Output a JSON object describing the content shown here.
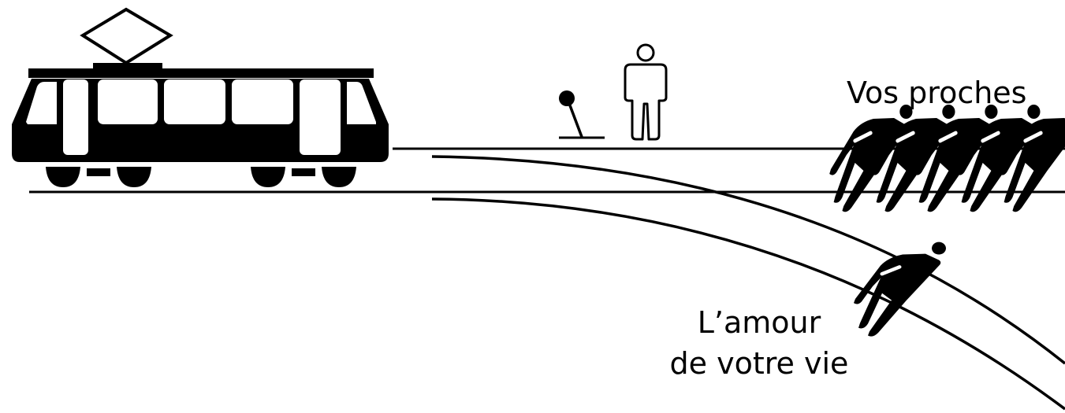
{
  "labels": {
    "group_on_main_track": "Vos proches",
    "person_on_branch_line1": "L’amour",
    "person_on_branch_line2": "de votre vie"
  },
  "figures": {
    "people_on_main_track": 5,
    "people_on_branch_track": 1,
    "bystanders_at_lever": 1
  },
  "colors": {
    "ink": "#000000",
    "background": "#ffffff"
  },
  "icons": {
    "vehicle": "tram-icon",
    "switch": "lever-icon",
    "bystander": "standing-person-icon",
    "victim": "lying-person-icon"
  }
}
